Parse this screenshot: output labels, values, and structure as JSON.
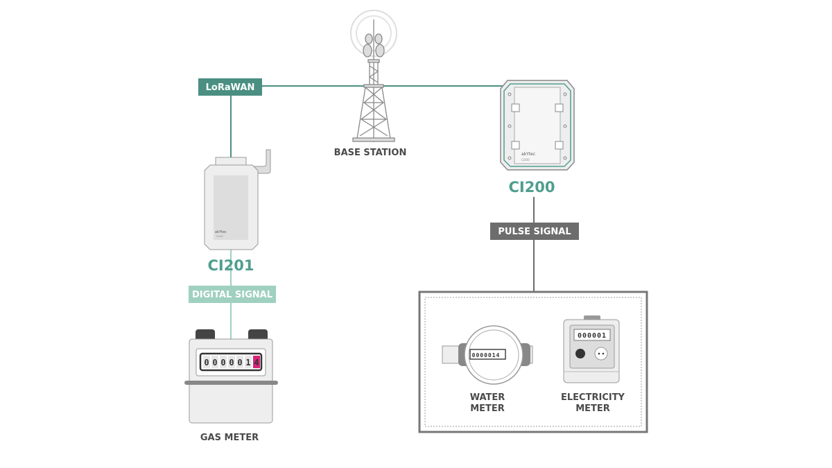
{
  "colors": {
    "lorawan": "#4a8f82",
    "digital": "#9fd0c0",
    "pulse": "#6d6d6d",
    "device_label": "#4f9e8f",
    "gas_highlight": "#d6237a"
  },
  "tags": {
    "lorawan": "LoRaWAN",
    "digital": "DIGITAL SIGNAL",
    "pulse": "PULSE SIGNAL"
  },
  "nodes": {
    "base_station": "BASE STATION",
    "ci200": "CI200",
    "ci201": "CI201",
    "gas_meter": "GAS METER",
    "water_meter_1": "WATER",
    "water_meter_2": "METER",
    "electricity_meter_1": "ELECTRICITY",
    "electricity_meter_2": "METER"
  },
  "readings": {
    "gas": [
      "0",
      "0",
      "0",
      "0",
      "0",
      "1",
      "4"
    ],
    "water": "0000014",
    "electricity": "000001"
  },
  "brand": "akYtec",
  "brand_ci200": "CI200",
  "brand_ci201": "CI201"
}
